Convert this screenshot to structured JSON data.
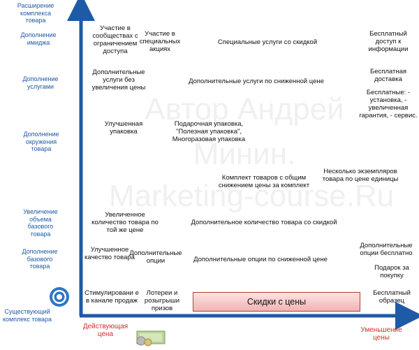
{
  "y_axis_labels": [
    "Расширение комплекса товара",
    "Дополнение имиджа",
    "Дополнение услугами",
    "Дополнение окружения товара",
    "Увеличение объема базового товара",
    "Дополнение базового товара",
    "Существующий комплекс товара"
  ],
  "x_axis_labels": {
    "start": "Действующая цена",
    "end": "Уменьшение цены"
  },
  "cells": [
    "Участие в сообществах с ограничением доступа",
    "Участие в специальных акциях",
    "Специальные услуги со скидкой",
    "Бесплатный доступ к информации",
    "Дополнительные услуги без увеличения цены",
    "Дополнительные услуги по сниженной цене",
    "Бесплатная доставка",
    "Бесплатные: - установка, - увеличенная гарантия, - сервис.",
    "Улучшенная упаковка",
    "Подарочная упаковка, \"Полезная упаковка\", Многоразовая упаковка",
    "Комплект товаров с общим снижением цены за комплект",
    "Несколько экземпляров товара по цене единицы",
    "Увеличенное количество товара по той же цене",
    "Дополнительное количество товара со скидкой",
    "Улучшенное качество товара",
    "Дополнительные опции",
    "Дополнительные опции по сниженной цене",
    "Дополнительные опции бесплатно",
    "Подарок за покупку",
    "Стимулировани е в канале продаж",
    "Лотереи и розыгрыши призов",
    "Бесплатный образец"
  ],
  "discount_bar": "Скидки с цены",
  "watermark": [
    "Автор Андрей",
    "Минин.",
    "Marketing-course.Ru"
  ],
  "colors": {
    "axis": "#1f5aa6",
    "y_labels": "#1f5aa6",
    "x_labels": "#d62b2b",
    "bar_border": "#b33b3b",
    "bar_fill": "#f3b3b3"
  }
}
